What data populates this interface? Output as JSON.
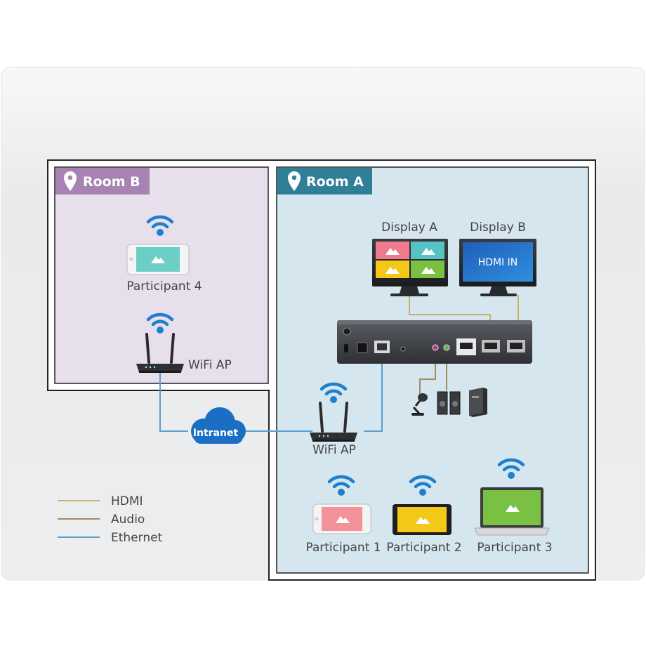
{
  "rooms": {
    "room_b": {
      "title": "Room B"
    },
    "room_a": {
      "title": "Room A"
    }
  },
  "devices": {
    "participant4": "Participant 4",
    "wifi_ap_b": "WiFi AP",
    "wifi_ap_a": "WiFi AP",
    "display_a": "Display A",
    "display_b": "Display B",
    "display_b_screen": "HDMI IN",
    "intranet": "Intranet",
    "participant1": "Participant 1",
    "participant2": "Participant 2",
    "participant3": "Participant 3"
  },
  "legend": [
    {
      "label": "HDMI",
      "color": "#c8b06a"
    },
    {
      "label": "Audio",
      "color": "#a58a5c"
    },
    {
      "label": "Ethernet",
      "color": "#5a9fd0"
    }
  ],
  "colors": {
    "room_b_bg": "#e8dfec",
    "room_b_tab": "#a882b2",
    "room_a_bg": "#d5e6ee",
    "room_a_tab": "#2f7f97",
    "wifi": "#1e7fcf",
    "cloud": "#1a6fc4"
  }
}
